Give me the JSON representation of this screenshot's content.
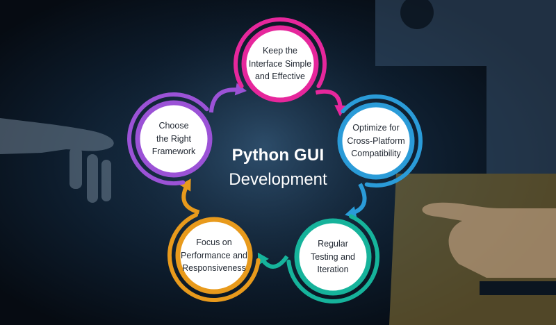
{
  "center": {
    "title": "Python GUI",
    "subtitle": "Development"
  },
  "nodes": [
    {
      "id": "keep-simple",
      "label": "Keep the\nInterface Simple\nand Effective",
      "color": "#e6279c"
    },
    {
      "id": "cross-platform",
      "label": "Optimize for\nCross-Platform\nCompatibility",
      "color": "#2a9bd8"
    },
    {
      "id": "testing",
      "label": "Regular\nTesting and\nIteration",
      "color": "#16b39b"
    },
    {
      "id": "performance",
      "label": "Focus on\nPerformance and\nResponsiveness",
      "color": "#e89a1c"
    },
    {
      "id": "framework",
      "label": "Choose\nthe Right\nFramework",
      "color": "#9b52d6"
    }
  ]
}
